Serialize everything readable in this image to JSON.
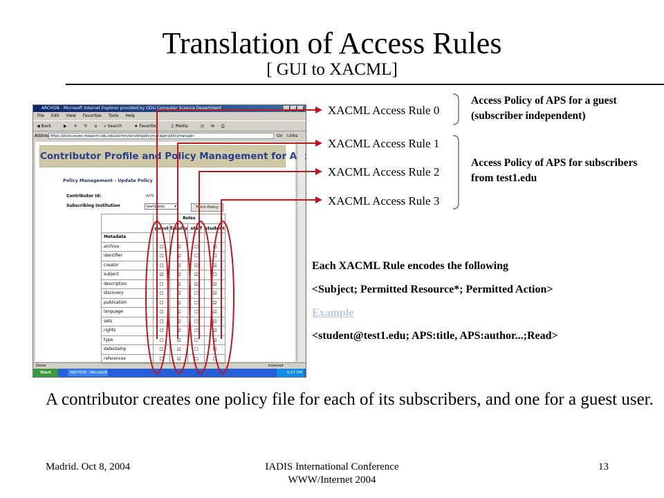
{
  "slide": {
    "title": "Translation of Access Rules",
    "subtitle": "[ GUI to XACML]",
    "xacml_rules": [
      "XACML Access Rule 0",
      "XACML Access Rule 1",
      "XACML Access Rule 2",
      "XACML Access Rule 3"
    ],
    "notes": {
      "guest_policy": "Access Policy of APS for a guest (subscriber independent)",
      "subscriber_policy": "Access Policy of APS for subscribers from test1.edu"
    },
    "encoding": {
      "heading": "Each XACML Rule encodes the following",
      "format": "<Subject; Permitted Resource*; Permitted Action>",
      "example_link": "Example",
      "example_value": "<student@test1.edu; APS:title, APS:author...;Read>"
    },
    "caption": "A contributor creates one policy file for each of its subscribers, and one for a guest user.",
    "footer": {
      "left": "Madrid. Oct 8, 2004",
      "center_line1": "IADIS International Conference",
      "center_line2": "WWW/Internet 2004",
      "page": "13"
    },
    "colors": {
      "callout_red": "#c0161c",
      "link": "#b8cbe8",
      "banner_text": "#2b3f8c"
    }
  },
  "screenshot": {
    "window_title": "ARCHON - Microsoft Internet Explorer provided by ODU Computer Science Department",
    "menu": [
      "File",
      "Edit",
      "View",
      "Favorites",
      "Tools",
      "Help"
    ],
    "toolbar": [
      "Back",
      "Search",
      "Favorites",
      "Media"
    ],
    "address_label": "Address",
    "address_url": "https://pluto.seven.research.odu.edu/archon/servlet/policymanager/policymanager",
    "go_label": "Go",
    "links_label": "Links",
    "banner": "Contributor Profile and Policy Management for Archon",
    "page_title": "Policy Management - Update Policy",
    "contributor_label": "Contributor Id:",
    "contributor_value": "APS",
    "institution_label": "Subscribing Institution",
    "institution_value": "test1.edu",
    "fetch_button": "Fetch Policy",
    "roles_header": "Roles",
    "metadata_header": "Metadata",
    "roles": [
      "guest",
      "faculty",
      "staff",
      "student"
    ],
    "metadata": [
      {
        "name": "archive",
        "checks": [
          false,
          true,
          false,
          false
        ]
      },
      {
        "name": "identifier",
        "checks": [
          false,
          true,
          false,
          false
        ]
      },
      {
        "name": "creator",
        "checks": [
          false,
          true,
          true,
          true
        ]
      },
      {
        "name": "subject",
        "checks": [
          true,
          true,
          true,
          false
        ]
      },
      {
        "name": "description",
        "checks": [
          false,
          true,
          true,
          true
        ]
      },
      {
        "name": "discovery",
        "checks": [
          false,
          true,
          false,
          true
        ]
      },
      {
        "name": "publication",
        "checks": [
          false,
          true,
          false,
          true
        ]
      },
      {
        "name": "language",
        "checks": [
          false,
          true,
          false,
          true
        ]
      },
      {
        "name": "sets",
        "checks": [
          false,
          true,
          false,
          true
        ]
      },
      {
        "name": "rights",
        "checks": [
          false,
          true,
          false,
          true
        ]
      },
      {
        "name": "type",
        "checks": [
          false,
          true,
          false,
          true
        ]
      },
      {
        "name": "datestamp",
        "checks": [
          false,
          true,
          false,
          true
        ]
      },
      {
        "name": "references",
        "checks": [
          false,
          true,
          false,
          false
        ]
      }
    ],
    "status_done": "Done",
    "status_zone": "Internet",
    "start_label": "Start",
    "task_item": "ARCHON - Microsoft I...",
    "clock": "5:37 PM"
  }
}
